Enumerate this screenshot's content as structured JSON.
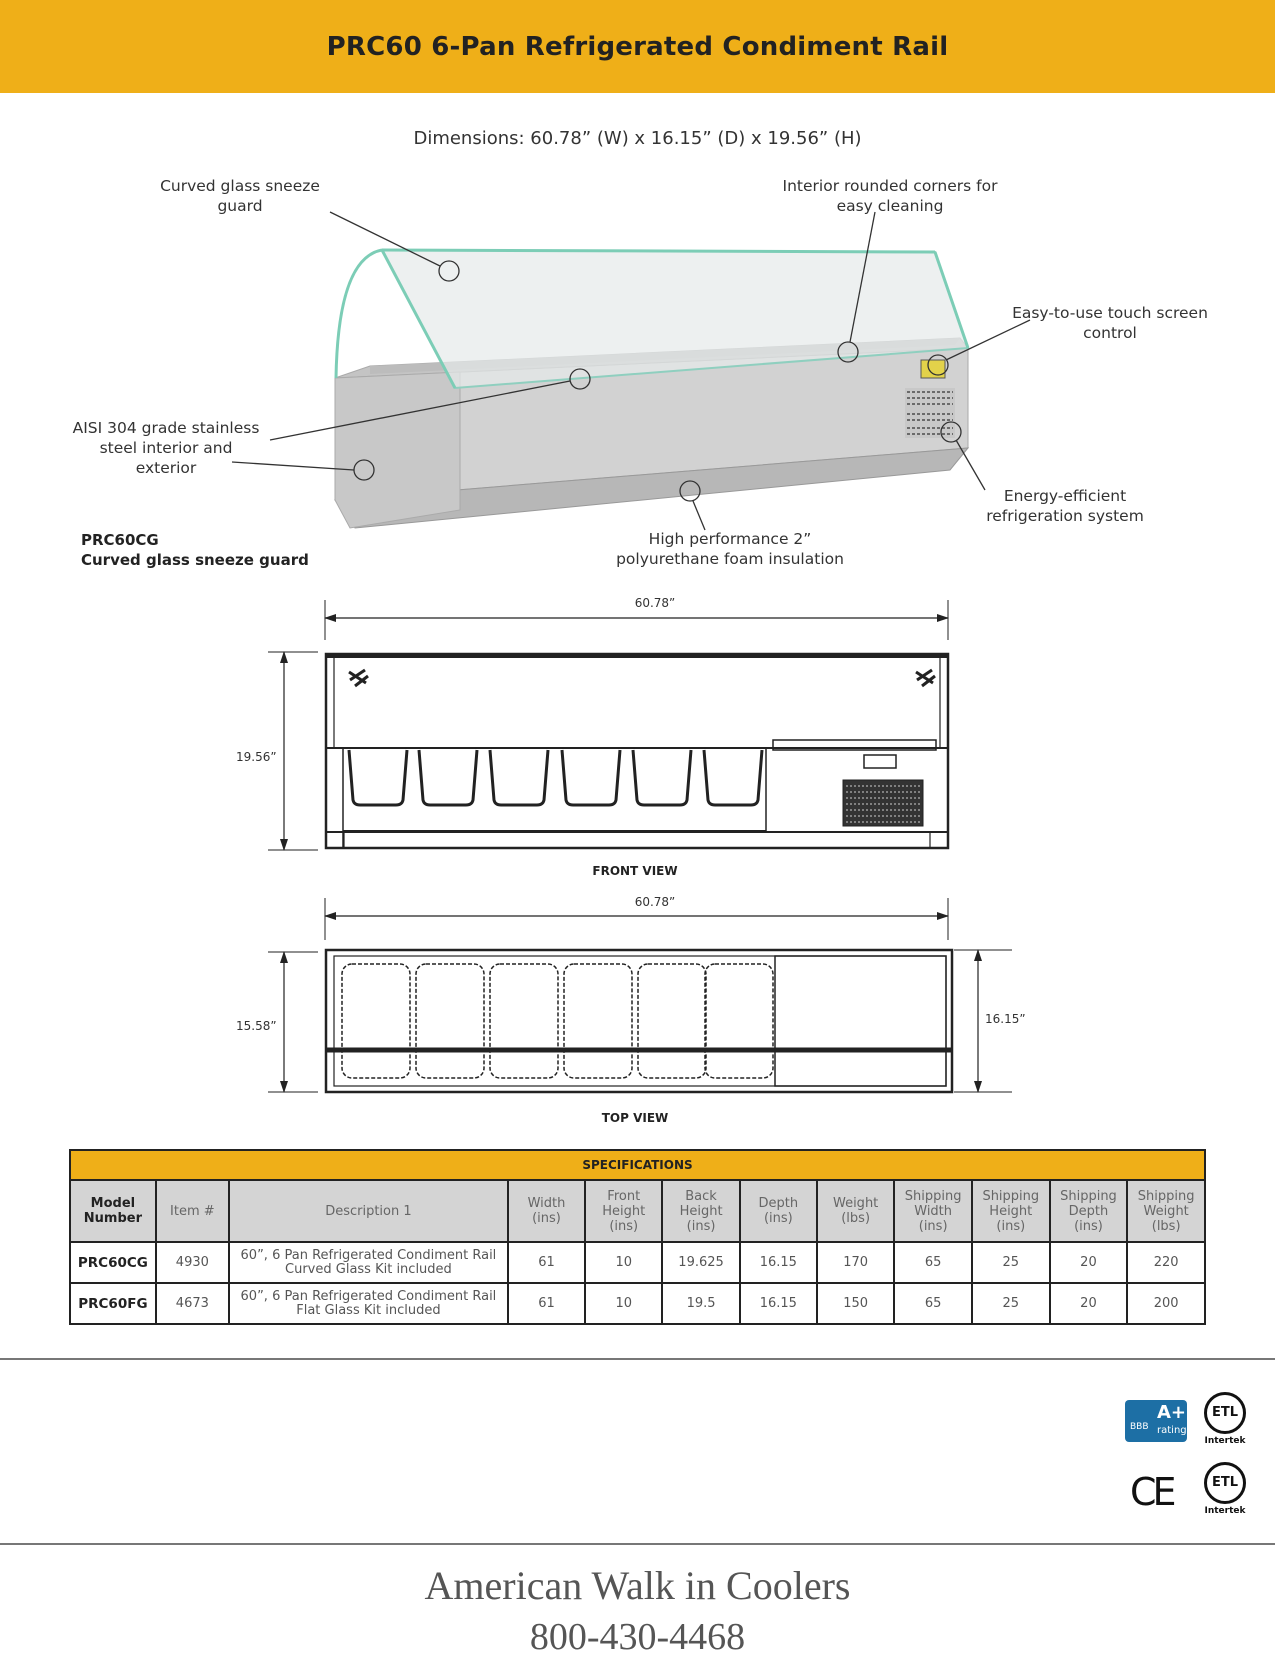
{
  "header": {
    "title": "PRC60 6-Pan Refrigerated Condiment Rail"
  },
  "dimensions_text": "Dimensions: 60.78” (W) x 16.15” (D) x 19.56” (H)",
  "callouts": {
    "curved_glass": "Curved glass sneeze guard",
    "interior_corners": "Interior rounded corners for easy cleaning",
    "touch_screen": "Easy-to-use touch screen control",
    "stainless": "AISI 304 grade stainless steel interior and exterior",
    "refrigeration": "Energy-efficient refrigeration system",
    "insulation": "High performance 2” polyurethane foam insulation"
  },
  "model_caption": {
    "model": "PRC60CG",
    "desc": "Curved glass sneeze guard"
  },
  "front_view": {
    "width_label": "60.78”",
    "height_label": "19.56”",
    "label": "FRONT VIEW"
  },
  "top_view": {
    "width_label": "60.78”",
    "depth_left_label": "15.58”",
    "depth_right_label": "16.15”",
    "label": "TOP VIEW"
  },
  "specs": {
    "title": "SPECIFICATIONS",
    "headers": [
      "Model Number",
      "Item #",
      "Description 1",
      "Width (ins)",
      "Front Height (ins)",
      "Back Height (ins)",
      "Depth (ins)",
      "Weight (lbs)",
      "Shipping Width (ins)",
      "Shipping Height (ins)",
      "Shipping Depth (ins)",
      "Shipping Weight (lbs)"
    ],
    "rows": [
      [
        "PRC60CG",
        "4930",
        "60”, 6 Pan Refrigerated Condiment Rail Curved Glass Kit included",
        "61",
        "10",
        "19.625",
        "16.15",
        "170",
        "65",
        "25",
        "20",
        "220"
      ],
      [
        "PRC60FG",
        "4673",
        "60”, 6 Pan Refrigerated Condiment Rail Flat Glass Kit included",
        "61",
        "10",
        "19.5",
        "16.15",
        "150",
        "65",
        "25",
        "20",
        "200"
      ]
    ]
  },
  "badges": {
    "bbb_grade": "A+",
    "bbb_rating": "rating",
    "bbb_text": "BBB",
    "ce_mark": "CE",
    "etl_text": "ETL",
    "intertek": "Intertek"
  },
  "footer": {
    "company": "American Walk in Coolers",
    "phone": "800-430-4468"
  }
}
